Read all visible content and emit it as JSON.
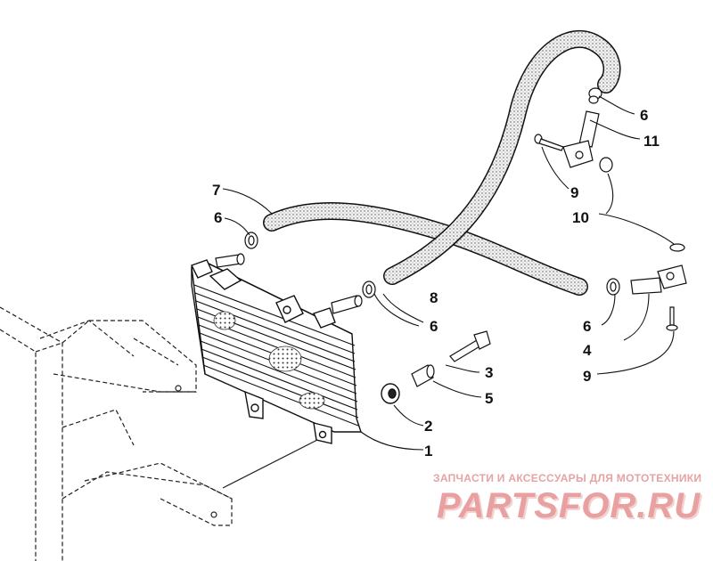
{
  "callouts": [
    {
      "id": "c1",
      "text": "1"
    },
    {
      "id": "c2",
      "text": "2"
    },
    {
      "id": "c3",
      "text": "3"
    },
    {
      "id": "c4",
      "text": "4"
    },
    {
      "id": "c5",
      "text": "5"
    },
    {
      "id": "c6a",
      "text": "6"
    },
    {
      "id": "c6b",
      "text": "6"
    },
    {
      "id": "c6c",
      "text": "6"
    },
    {
      "id": "c6d",
      "text": "6"
    },
    {
      "id": "c7",
      "text": "7"
    },
    {
      "id": "c8",
      "text": "8"
    },
    {
      "id": "c9a",
      "text": "9"
    },
    {
      "id": "c9b",
      "text": "9"
    },
    {
      "id": "c10",
      "text": "10"
    },
    {
      "id": "c11",
      "text": "11"
    }
  ],
  "watermark": {
    "caption": "ЗАПЧАСТИ И АКСЕССУАРЫ ДЛЯ МОТОТЕХНИКИ",
    "logo": "PARTSFOR.RU"
  },
  "colors": {
    "line": "#111111",
    "hose_fill": "#e8e8e8",
    "watermark": "#e6a3a3"
  }
}
